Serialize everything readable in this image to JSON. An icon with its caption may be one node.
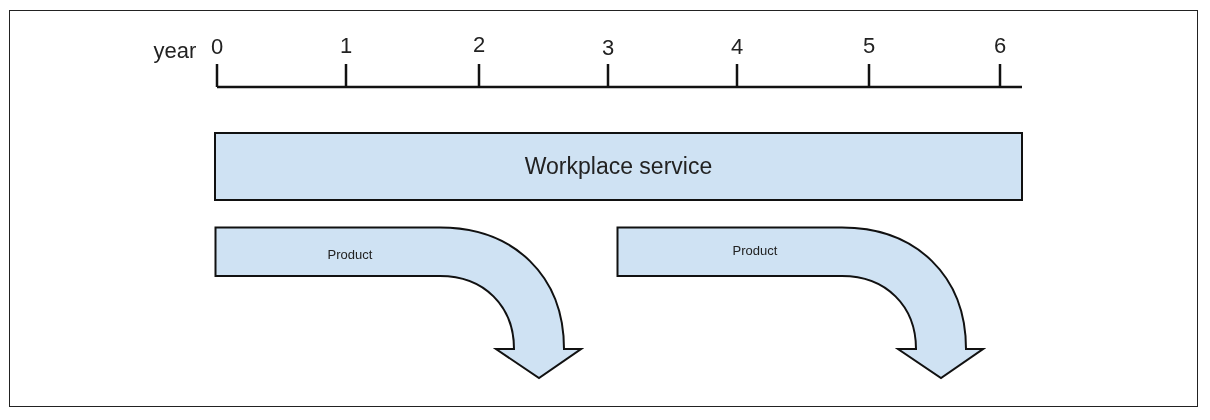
{
  "diagram": {
    "nodes": [
      {
        "text": [
          "Workplace service"
        ]
      },
      {
        "text": [
          "Product"
        ]
      },
      {
        "text": [
          "Product"
        ]
      }
    ],
    "labels": [
      "year",
      "0",
      "1",
      "2",
      "3",
      "4",
      "5",
      "6"
    ]
  }
}
